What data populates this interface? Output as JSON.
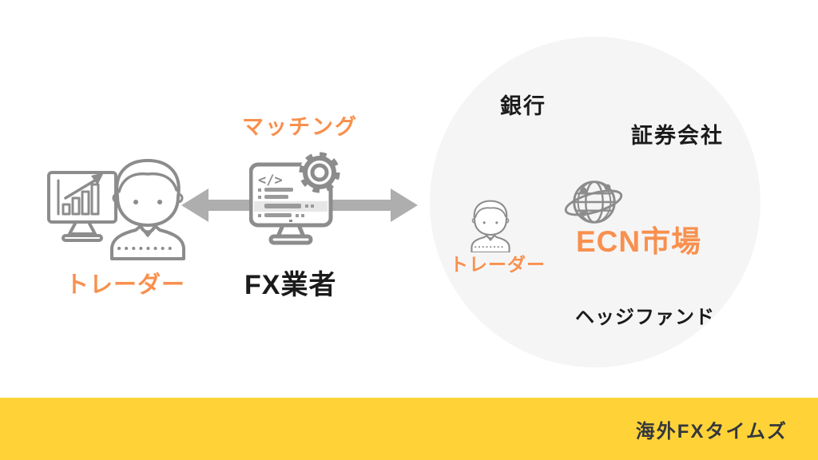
{
  "left_section": {
    "matching_label": "マッチング",
    "trader_label": "トレーダー",
    "fx_provider_label": "FX業者"
  },
  "ecn_circle": {
    "bank_label": "銀行",
    "securities_label": "証券会社",
    "trader_label": "トレーダー",
    "ecn_market_label": "ECN市場",
    "hedge_fund_label": "ヘッジファンド"
  },
  "footer": {
    "brand_name": "海外FXタイムズ"
  },
  "icons": {
    "trader_icon": "person with stock-chart monitor",
    "fx_provider_icon": "code monitor with gear",
    "double_arrow_icon": "two-way arrow between trader and FX provider",
    "globe_icon": "global network globe",
    "trader_small_icon": "person bust",
    "code_glyph": "</>"
  },
  "colors": {
    "accent_orange": "#F8904E",
    "icon_gray": "#8C8C8C",
    "arrow_gray": "#AEAEAE",
    "circle_bg": "#F5F5F5",
    "footer_yellow": "#FFD337",
    "text_dark": "#1B1B1B",
    "brand_text": "#34373C"
  }
}
